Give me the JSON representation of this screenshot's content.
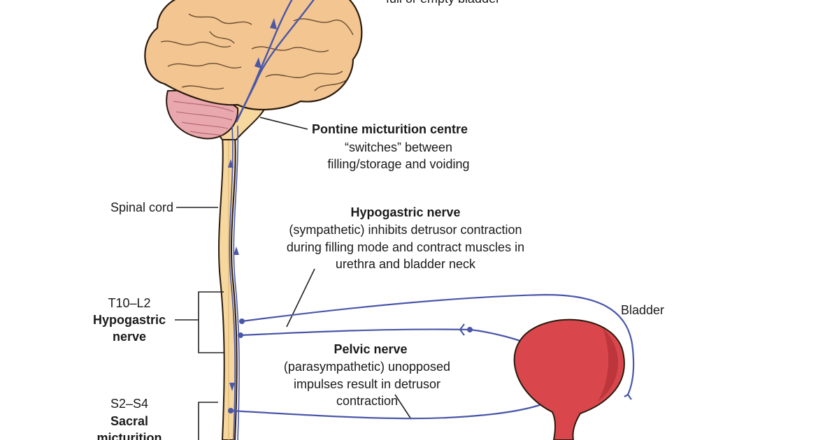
{
  "top_caption_partial": "full or empty bladder",
  "pontine": {
    "title": "Pontine micturition centre",
    "line1": "“switches” between",
    "line2": "filling/storage and voiding"
  },
  "spinal_cord": "Spinal cord",
  "hypogastric": {
    "title": "Hypogastric nerve",
    "line1": "(sympathetic) inhibits detrusor contraction",
    "line2": "during filling mode and contract muscles in",
    "line3": "urethra and bladder neck"
  },
  "t10_l2": {
    "segment": "T10–L2",
    "name_line1": "Hypogastric",
    "name_line2": "nerve"
  },
  "bladder": "Bladder",
  "pelvic": {
    "title": "Pelvic nerve",
    "line1": "(parasympathetic) unopposed",
    "line2": "impulses result in detrusor",
    "line3": "contraction"
  },
  "s2_s4": {
    "segment": "S2–S4",
    "name_line1": "Sacral",
    "name_line2": "micturition"
  },
  "colors": {
    "brain": "#f3c590",
    "brain_outline": "#2a1a0e",
    "cerebellum": "#e9a8ad",
    "spinal_cord": "#f6d79e",
    "nerve": "#4a57a8",
    "bladder": "#d9474d",
    "bladder_dark": "#a82b31"
  }
}
